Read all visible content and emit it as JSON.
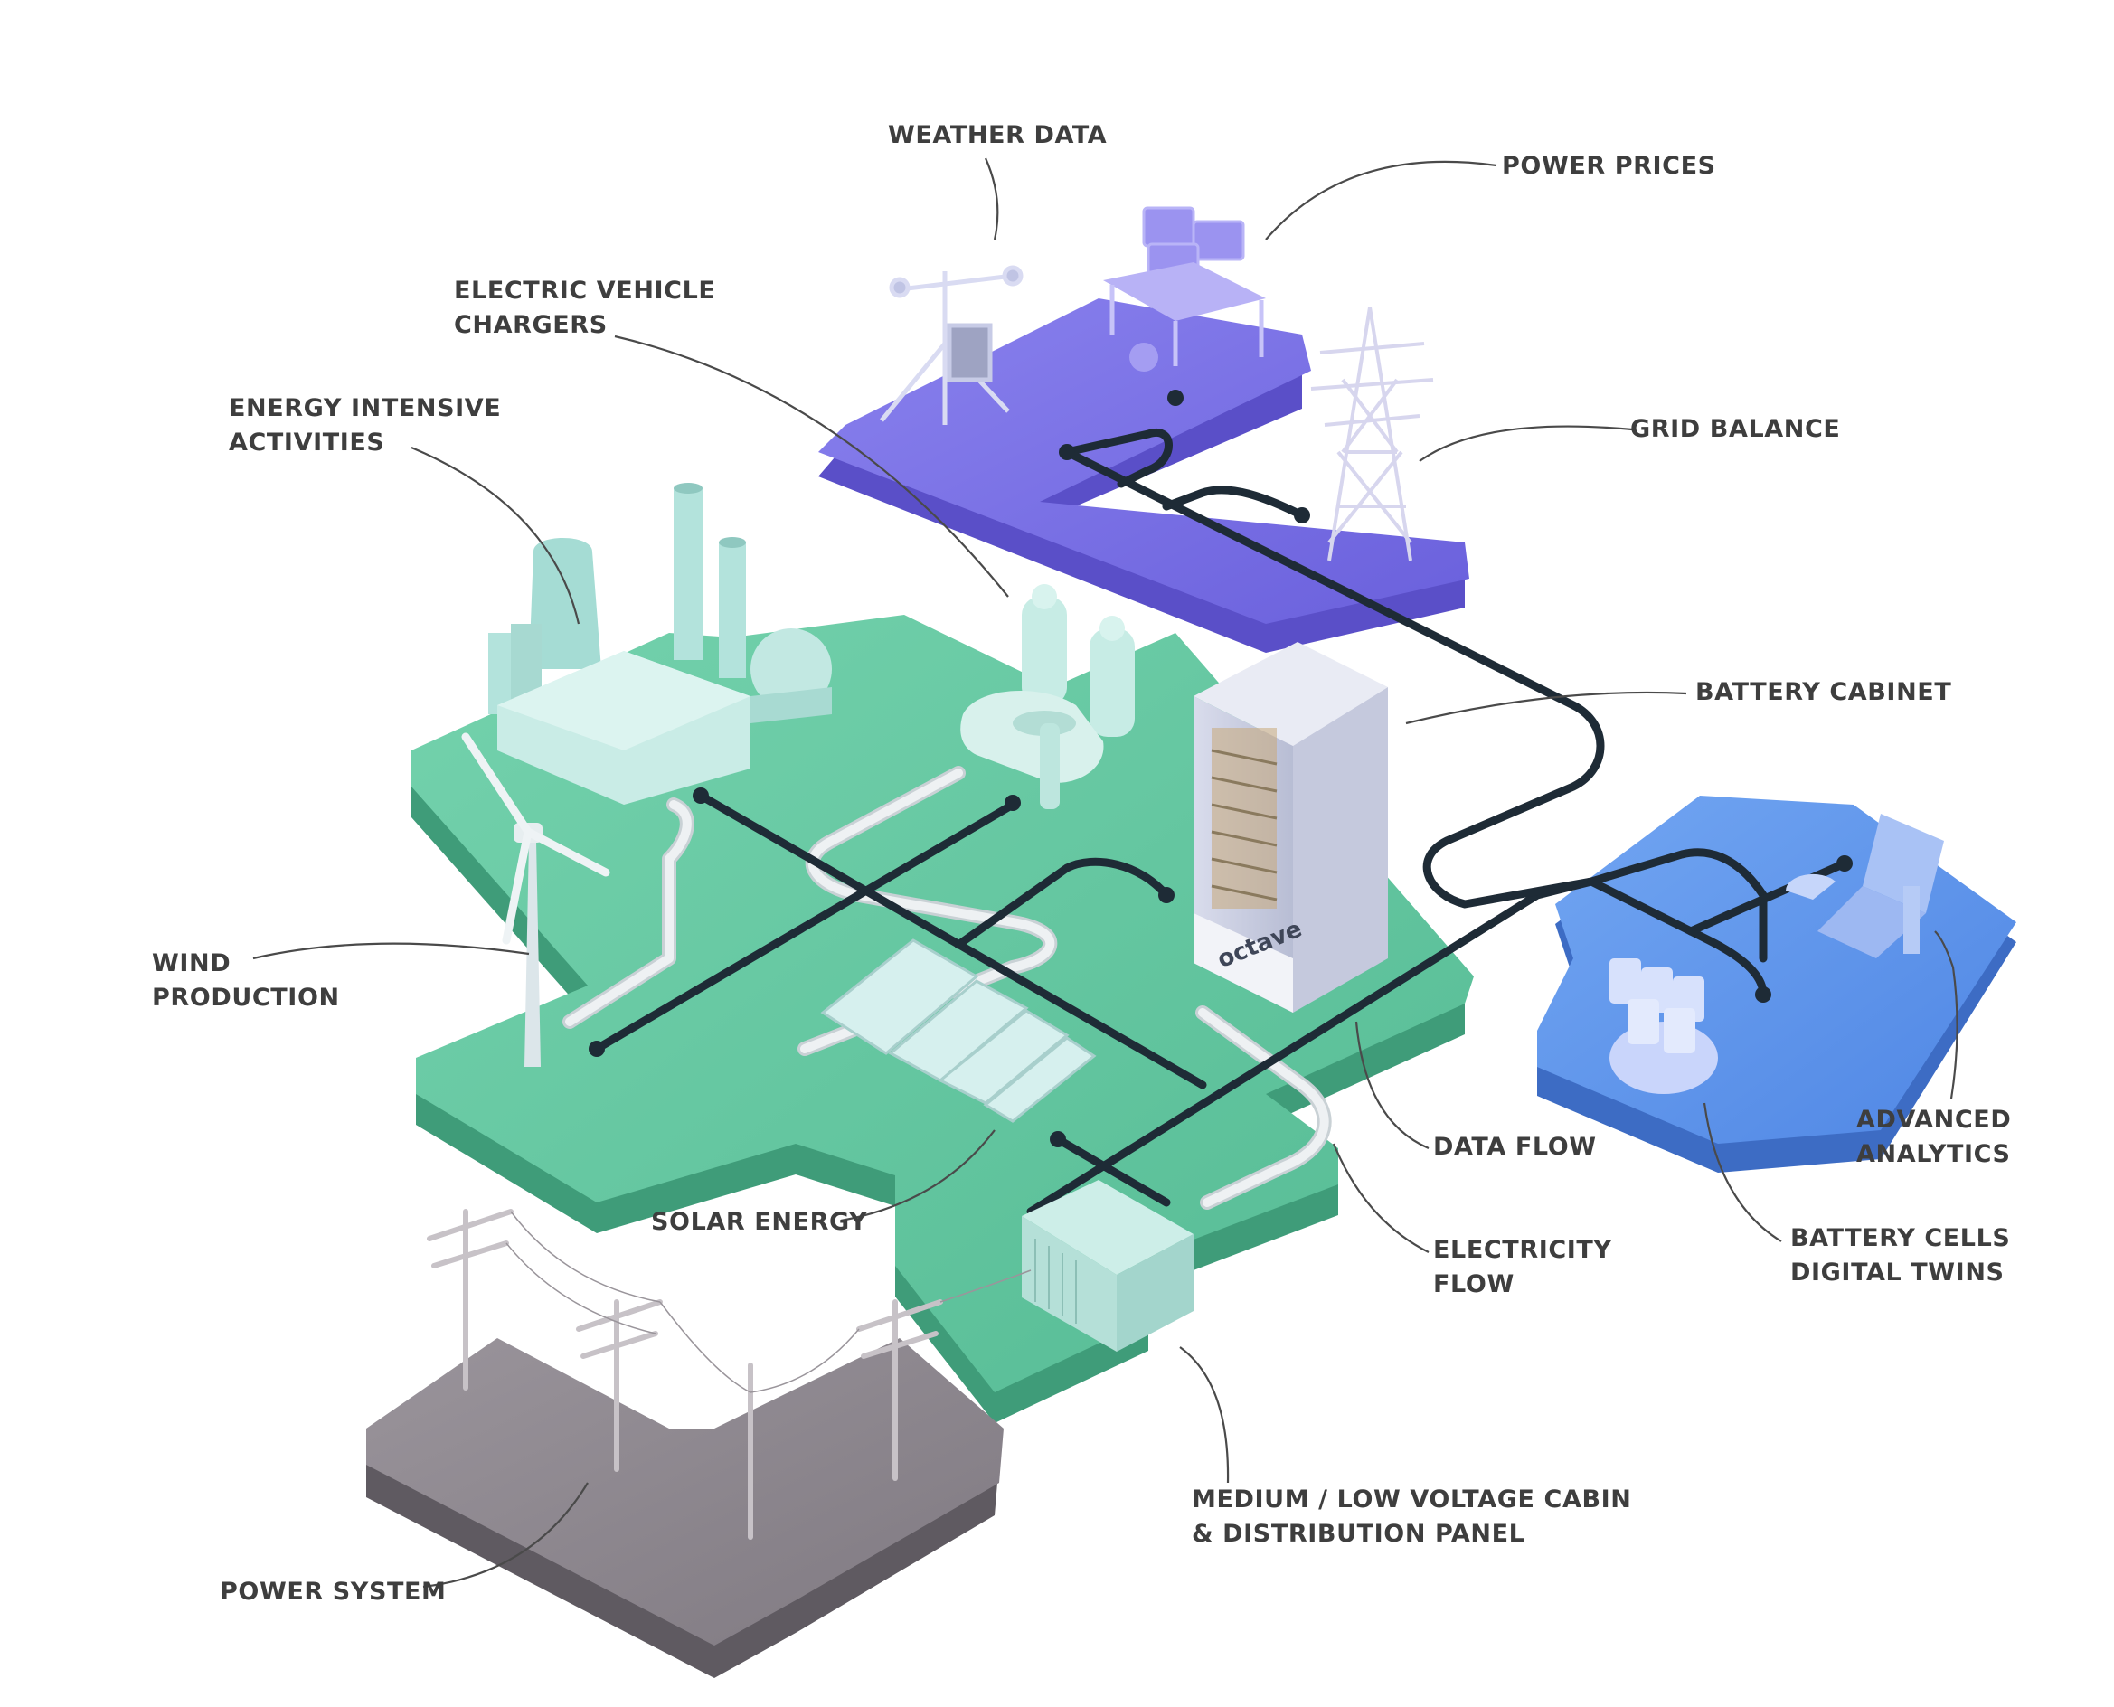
{
  "brand": "octave",
  "colors": {
    "weather_platform": "#7b72e6",
    "energy_platform": "#62c7a1",
    "analytics_platform": "#5b93ea",
    "power_system_platform": "#8e888f",
    "data_flow": "#1e2b36",
    "electricity_flow": "#e9edef",
    "label_text": "#3e3e3e",
    "leader_line": "#4a4a4a"
  },
  "labels": {
    "weather_data": "WEATHER  DATA",
    "power_prices": "POWER PRICES",
    "ev_chargers": [
      "ELECTRIC VEHICLE",
      "CHARGERS"
    ],
    "grid_balance": "GRID BALANCE",
    "energy_intensive": [
      "ENERGY INTENSIVE",
      "ACTIVITIES"
    ],
    "battery_cabinet": "BATTERY CABINET",
    "wind_production": [
      "WIND",
      "PRODUCTION"
    ],
    "advanced_analytics": [
      "ADVANCED",
      "ANALYTICS"
    ],
    "data_flow": "DATA FLOW",
    "solar_energy": "SOLAR ENERGY",
    "battery_cells": [
      "BATTERY CELLS",
      "DIGITAL TWINS"
    ],
    "electricity_flow": [
      "ELECTRICITY",
      "FLOW"
    ],
    "mv_lv_cabin": [
      "MEDIUM / LOW VOLTAGE CABIN",
      "& DISTRIBUTION PANEL"
    ],
    "power_system": "POWER SYSTEM"
  }
}
